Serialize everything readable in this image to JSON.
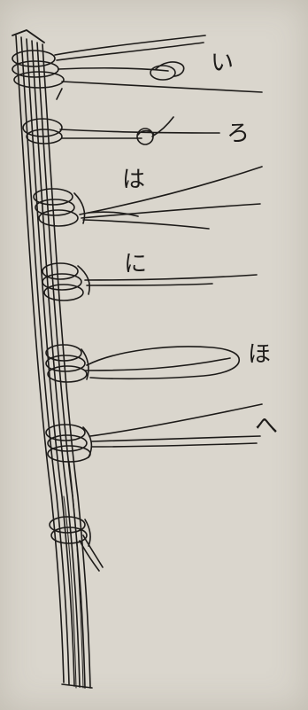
{
  "figure": {
    "background_color": "#dad6cd",
    "ink_color": "#1d1b19",
    "knot_labels": [
      {
        "id": "i",
        "text": "い"
      },
      {
        "id": "ro",
        "text": "ろ"
      },
      {
        "id": "ha",
        "text": "は"
      },
      {
        "id": "ni",
        "text": "に"
      },
      {
        "id": "ho",
        "text": "ほ"
      },
      {
        "id": "he",
        "text": "へ"
      }
    ]
  }
}
